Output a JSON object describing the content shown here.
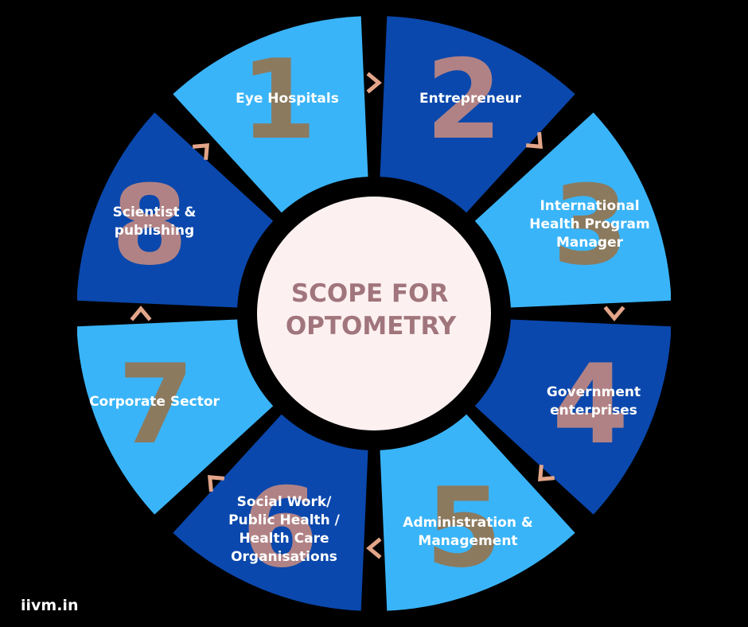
{
  "title": {
    "lines": [
      "SCOPE FOR",
      "OPTOMETRY"
    ]
  },
  "segments": [
    {
      "number": "1",
      "label": [
        "Eye Hospitals"
      ]
    },
    {
      "number": "2",
      "label": [
        "Entrepreneur"
      ]
    },
    {
      "number": "3",
      "label": [
        "International",
        "Health Program",
        "Manager"
      ]
    },
    {
      "number": "4",
      "label": [
        "Government",
        "enterprises"
      ]
    },
    {
      "number": "5",
      "label": [
        "Administration &",
        "Management"
      ]
    },
    {
      "number": "6",
      "label": [
        "Social Work/",
        "Public Health /",
        "Health Care",
        "Organisations"
      ]
    },
    {
      "number": "7",
      "label": [
        "Corporate Sector"
      ]
    },
    {
      "number": "8",
      "label": [
        "Scientist &",
        "publishing"
      ]
    }
  ],
  "footer": {
    "site": "iivm.in"
  },
  "colors": {
    "background": "#000000",
    "light_blue": "#3ab4f8",
    "dark_blue": "#0a48ad",
    "number": "#b18285",
    "number_on_light": "#8c7a5e",
    "arrow": "#e3a589",
    "center_fill": "#fdf0f0",
    "title": "#a0757b"
  }
}
